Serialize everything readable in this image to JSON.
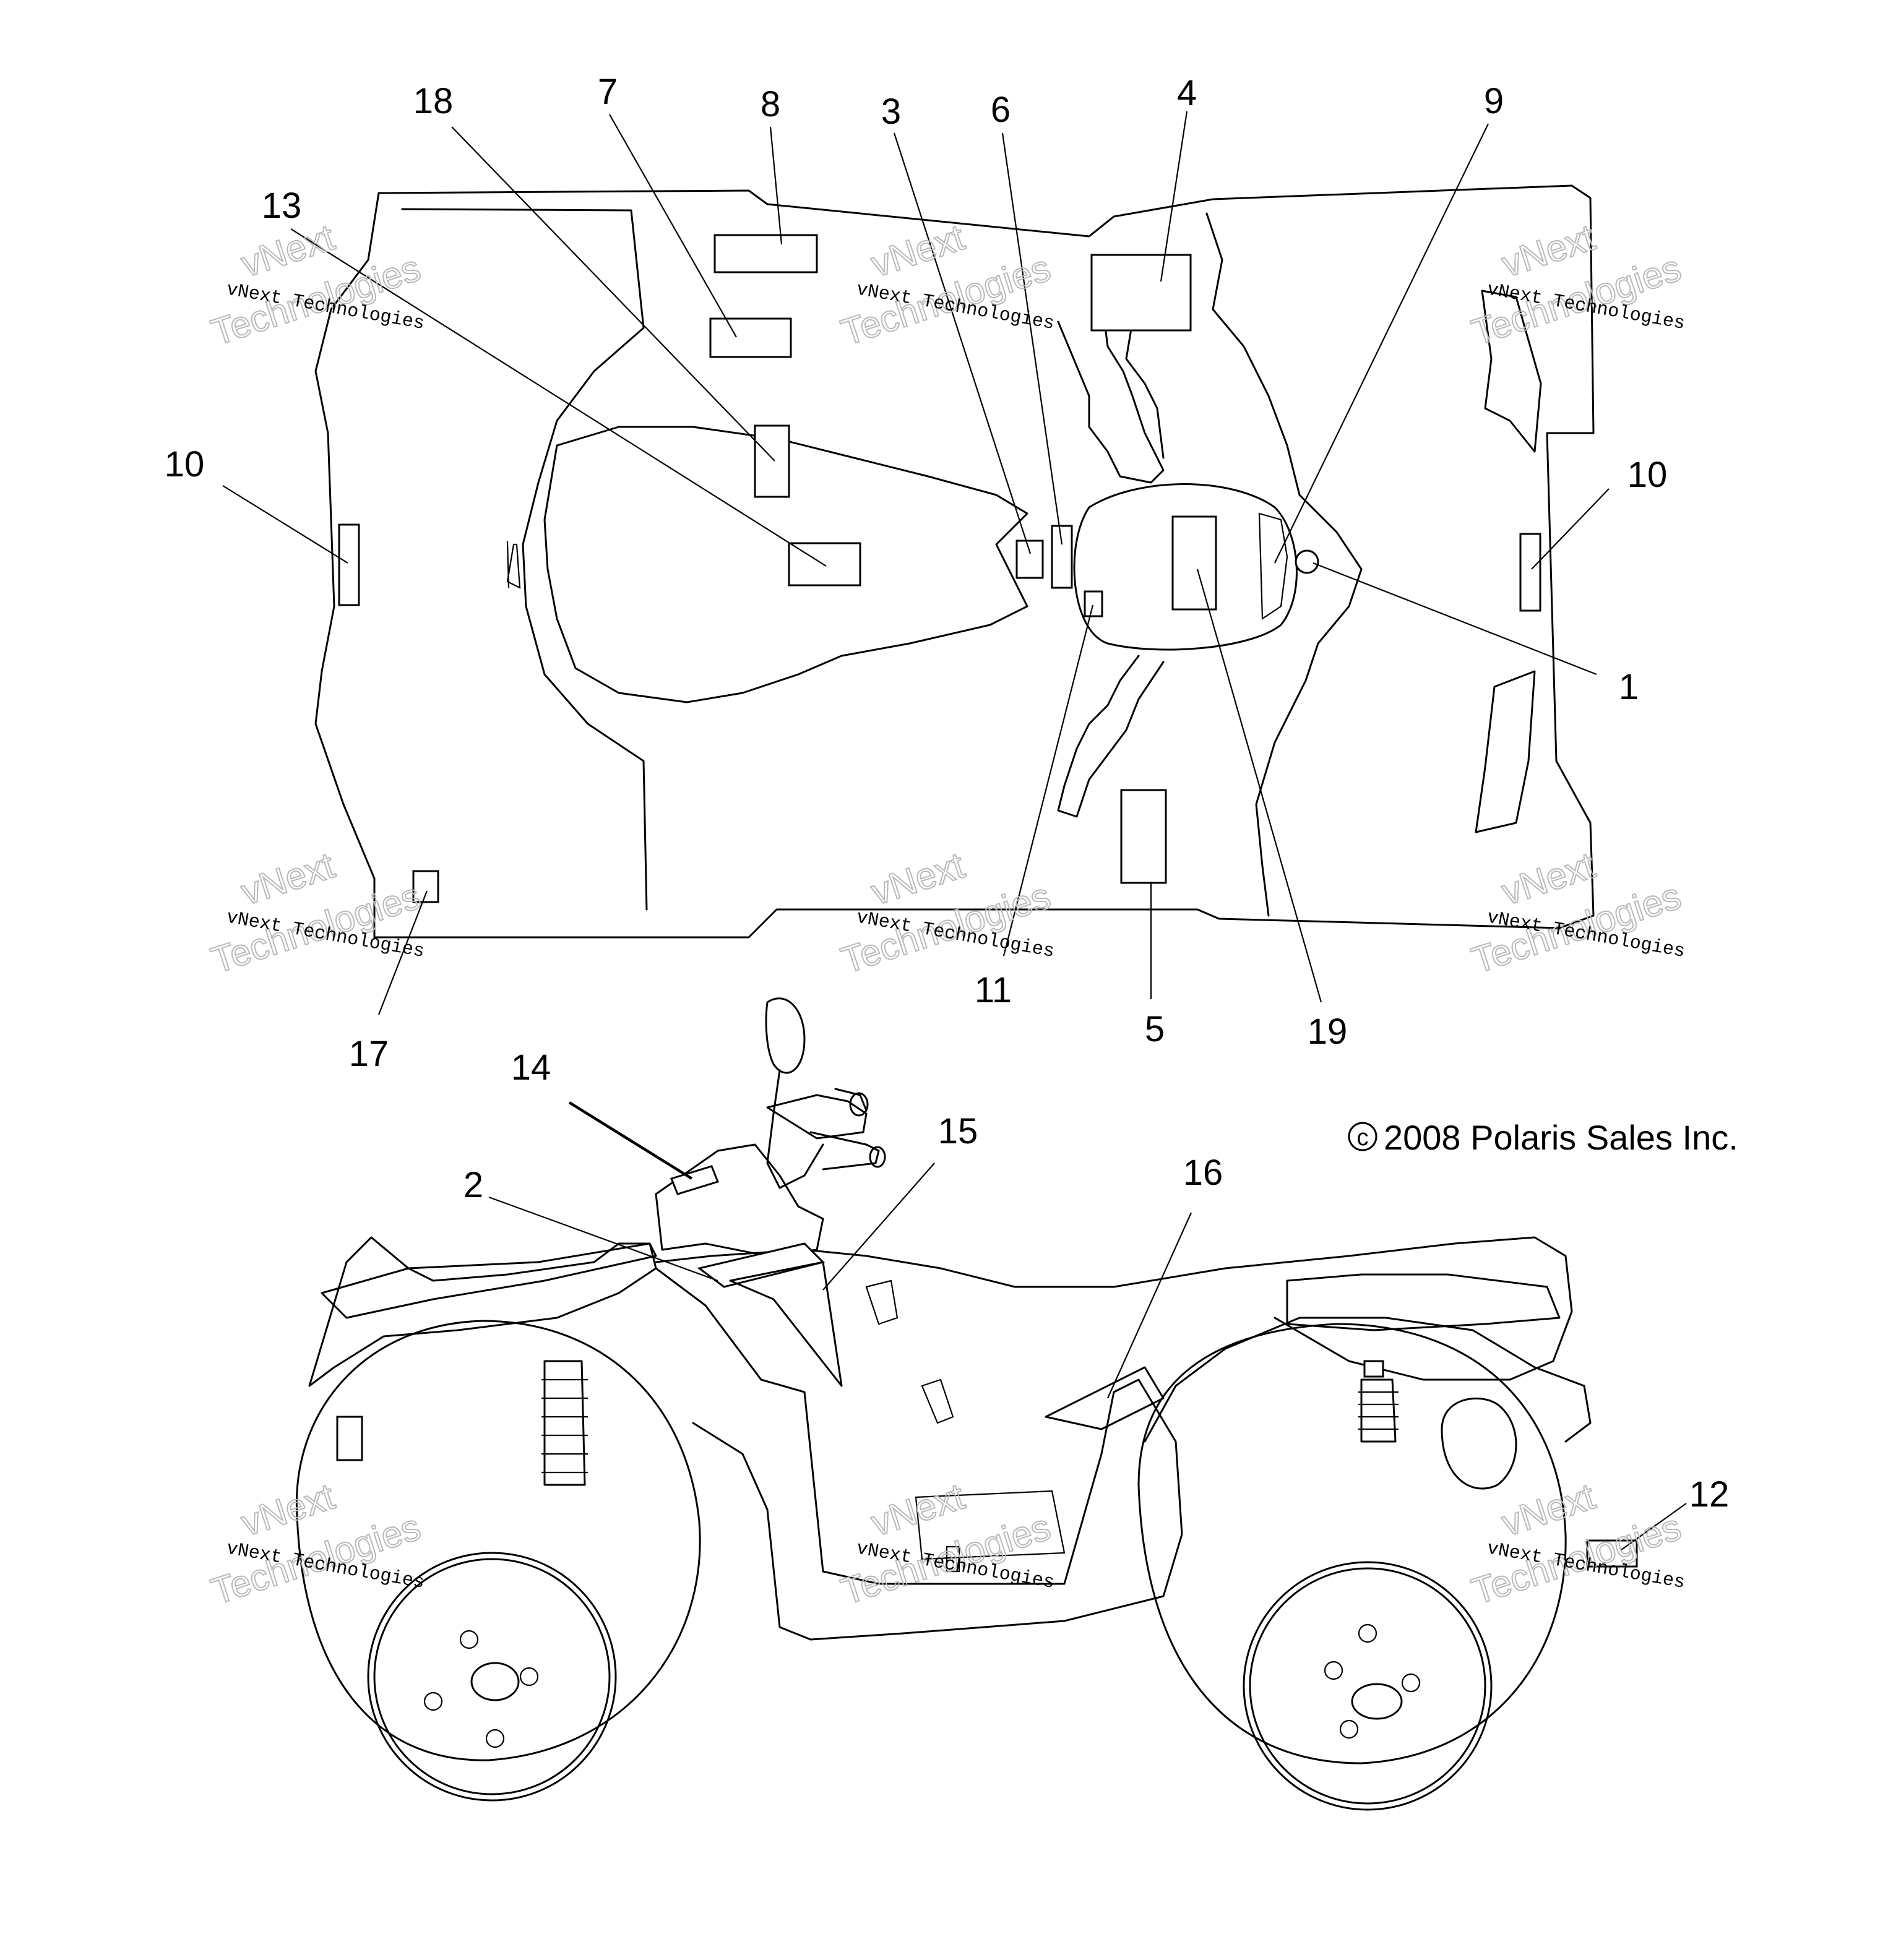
{
  "callouts": [
    {
      "id": "1",
      "label": "1"
    },
    {
      "id": "2",
      "label": "2"
    },
    {
      "id": "3",
      "label": "3"
    },
    {
      "id": "4",
      "label": "4"
    },
    {
      "id": "5",
      "label": "5"
    },
    {
      "id": "6",
      "label": "6"
    },
    {
      "id": "7",
      "label": "7"
    },
    {
      "id": "8",
      "label": "8"
    },
    {
      "id": "9",
      "label": "9"
    },
    {
      "id": "10-left",
      "label": "10"
    },
    {
      "id": "10-right",
      "label": "10"
    },
    {
      "id": "11",
      "label": "11"
    },
    {
      "id": "12",
      "label": "12"
    },
    {
      "id": "13",
      "label": "13"
    },
    {
      "id": "14",
      "label": "14"
    },
    {
      "id": "15",
      "label": "15"
    },
    {
      "id": "16",
      "label": "16"
    },
    {
      "id": "17",
      "label": "17"
    },
    {
      "id": "18",
      "label": "18"
    },
    {
      "id": "19",
      "label": "19"
    }
  ],
  "copyright": "2008 Polaris Sales Inc.",
  "copyright_symbol": "c",
  "watermark": {
    "small": "vNext Technologies",
    "big_line1": "vNext",
    "big_line2": "Technologies"
  }
}
